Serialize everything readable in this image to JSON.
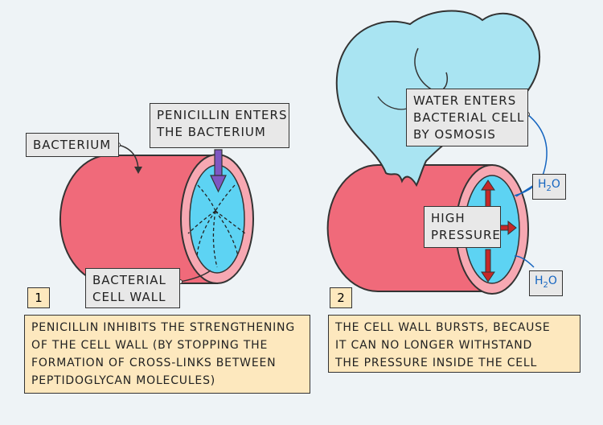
{
  "colors": {
    "background": "#eef3f6",
    "bacterium_body": "#f06a7a",
    "cell_wall_ring": "#f7a8b2",
    "cytoplasm": "#5dd3f3",
    "water": "#a9e4f2",
    "label_box": "#e8e8e8",
    "caption_box": "#fde8be",
    "arrow_red": "#c62828",
    "arrow_purple": "#7e57c2",
    "h2o_blue": "#1565c0"
  },
  "panel1": {
    "number": "1",
    "bacterium_label": "BACTERIUM",
    "penicillin_label": [
      "PENICILLIN ENTERS",
      "THE BACTERIUM"
    ],
    "cell_wall_label": [
      "BACTERIAL",
      "CELL WALL"
    ],
    "caption": [
      "PENICILLIN INHIBITS THE STRENGTHENING",
      "OF THE CELL WALL (BY STOPPING THE",
      "FORMATION OF CROSS-LINKS BETWEEN",
      "PEPTIDOGLYCAN MOLECULES)"
    ]
  },
  "panel2": {
    "number": "2",
    "water_label": [
      "WATER ENTERS",
      "BACTERIAL CELL",
      "BY OSMOSIS"
    ],
    "pressure_label": [
      "HIGH",
      "PRESSURE"
    ],
    "h2o_main": "H",
    "h2o_sub": "2",
    "h2o_tail": "O",
    "caption": [
      "THE CELL WALL BURSTS, BECAUSE",
      "IT CAN NO LONGER WITHSTAND",
      "THE PRESSURE INSIDE THE CELL"
    ]
  }
}
